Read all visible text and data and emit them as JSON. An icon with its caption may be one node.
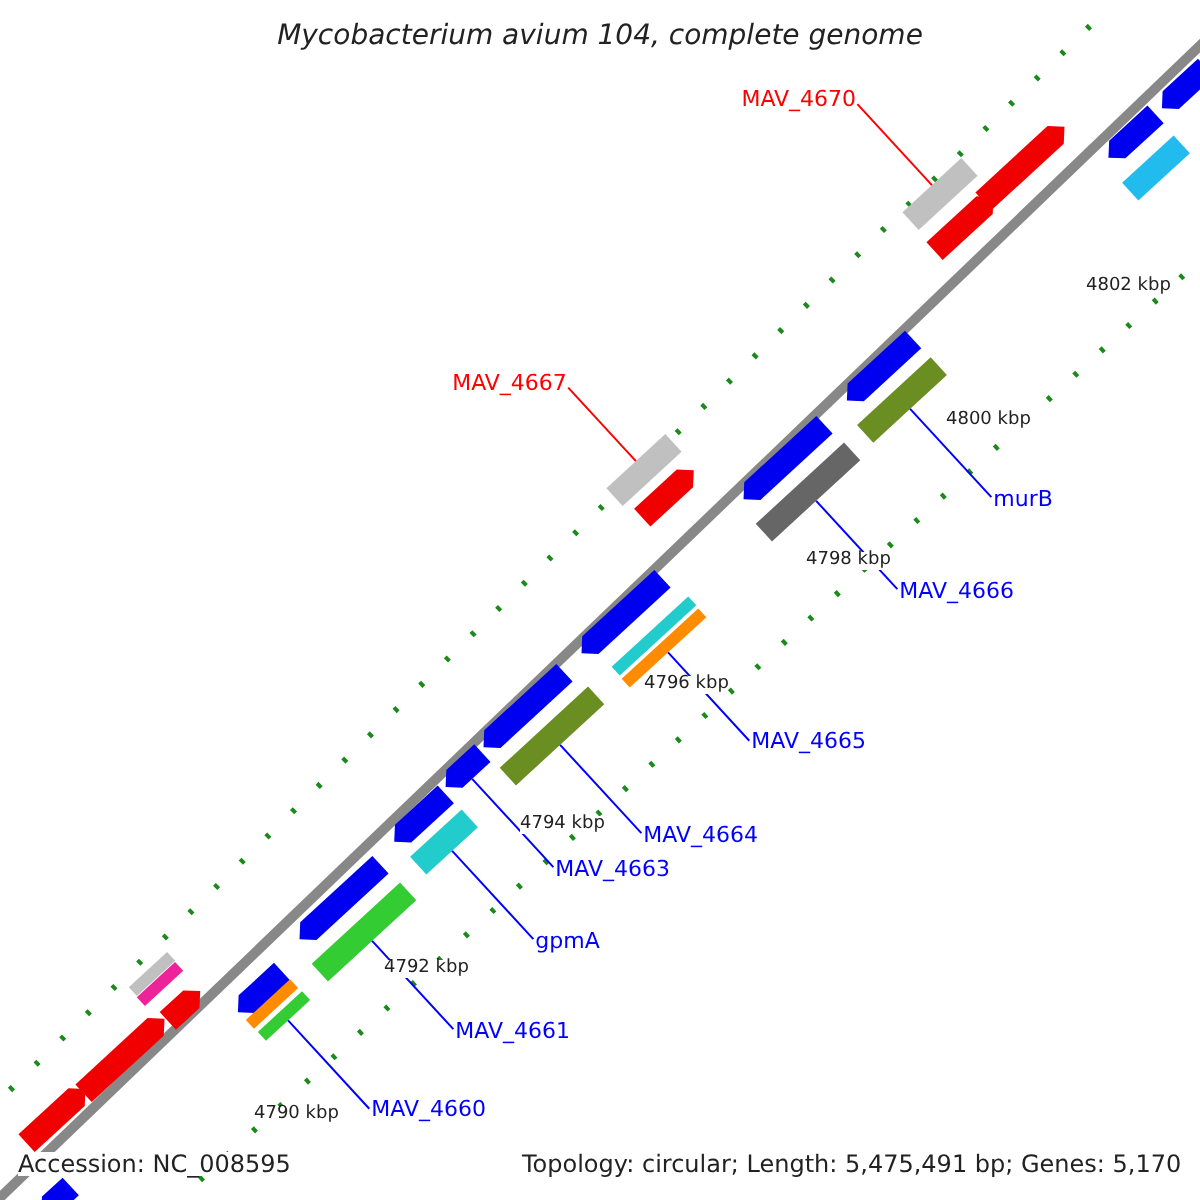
{
  "diagram": {
    "title": "Mycobacterium avium 104, complete genome",
    "nodes": [
      {
        "text": [
          "MAV_4670"
        ]
      },
      {
        "text": [
          "MAV_4667"
        ]
      },
      {
        "text": [
          "murB"
        ]
      },
      {
        "text": [
          "MAV_4666"
        ]
      },
      {
        "text": [
          "MAV_4665"
        ]
      },
      {
        "text": [
          "MAV_4664"
        ]
      },
      {
        "text": [
          "MAV_4663"
        ]
      },
      {
        "text": [
          "gpmA"
        ]
      },
      {
        "text": [
          "MAV_4661"
        ]
      },
      {
        "text": [
          "MAV_4660"
        ]
      },
      {
        "text": [],
        "shape": "bar"
      },
      {
        "text": [],
        "shape": "bar"
      },
      {
        "text": [],
        "shape": "bar"
      },
      {
        "text": [],
        "shape": "bar"
      },
      {
        "text": [],
        "shape": "bar"
      },
      {
        "text": [],
        "shape": "bar"
      },
      {
        "text": [],
        "shape": "bar"
      },
      {
        "text": [],
        "shape": "bar"
      },
      {
        "text": [],
        "shape": "bar"
      },
      {
        "text": [],
        "shape": "bar"
      },
      {
        "text": [],
        "shape": "bar"
      },
      {
        "text": [],
        "shape": "bar"
      },
      {
        "text": [],
        "shape": "bar"
      },
      {
        "text": [],
        "shape": "bar"
      },
      {
        "text": [],
        "shape": "bar"
      },
      {
        "text": [],
        "shape": "bar"
      },
      {
        "text": [],
        "shape": "bar"
      },
      {
        "text": [],
        "shape": "bar"
      },
      {
        "text": [],
        "shape": "bar"
      },
      {
        "text": [],
        "shape": "bar"
      },
      {
        "text": [],
        "shape": "bar"
      },
      {
        "text": [],
        "shape": "bar"
      },
      {
        "text": [],
        "shape": "bar"
      },
      {
        "text": [],
        "shape": "bar"
      },
      {
        "text": [],
        "shape": "bar"
      },
      {
        "text": [],
        "shape": "bar"
      },
      {
        "text": [],
        "shape": "bar"
      },
      {
        "text": [],
        "shape": "bar"
      },
      {
        "text": [],
        "shape": "bar"
      },
      {
        "text": [],
        "shape": "bar"
      },
      {
        "text": [],
        "shape": "bar"
      }
    ],
    "edges": [
      {
        "from": 0,
        "to": 14,
        "arrow": "none",
        "color": "#ff0000"
      },
      {
        "from": 1,
        "to": 19,
        "arrow": "none",
        "color": "#ff0000"
      },
      {
        "from": 2,
        "to": 17,
        "arrow": "none"
      },
      {
        "from": 3,
        "to": 20,
        "arrow": "none"
      },
      {
        "from": 4,
        "to": 24,
        "arrow": "none"
      },
      {
        "from": 5,
        "to": 26,
        "arrow": "none"
      },
      {
        "from": 6,
        "to": 27,
        "arrow": "none"
      },
      {
        "from": 7,
        "to": 29,
        "arrow": "none"
      },
      {
        "from": 8,
        "to": 31,
        "arrow": "none"
      },
      {
        "from": 9,
        "to": 37,
        "arrow": "none"
      }
    ],
    "labels": [
      "4802 kbp",
      "4800 kbp",
      "4798 kbp",
      "4796 kbp",
      "4794 kbp",
      "4792 kbp",
      "4790 kbp",
      "Accession: NC_008595",
      "Topology: circular; Length: 5,475,491 bp; Genes: 5,170"
    ]
  }
}
